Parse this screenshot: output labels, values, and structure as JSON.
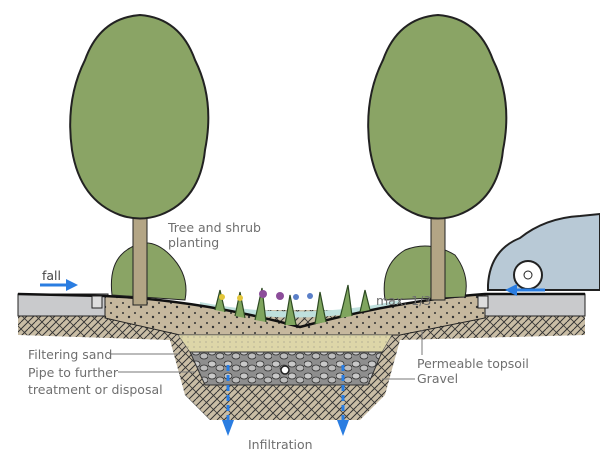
{
  "labels": {
    "tree_line1": "Tree and shrub",
    "tree_line2": "planting",
    "fall": "fall",
    "max": "max. 1/3",
    "filtering_sand": "Filtering sand",
    "pipe_line1": "Pipe to further",
    "pipe_line2": "treatment or disposal",
    "topsoil": "Permeable topsoil",
    "gravel": "Gravel",
    "infiltration": "Infiltration"
  },
  "colors": {
    "tree": "#8aa465",
    "soil": "#c6b89e",
    "sand": "#ddd6a8",
    "gravel": "#a9a9a9",
    "pavement": "#c9cacc",
    "water": "#bfe0dd",
    "arrow": "#2a7de1",
    "car": "#b8c9d6"
  }
}
